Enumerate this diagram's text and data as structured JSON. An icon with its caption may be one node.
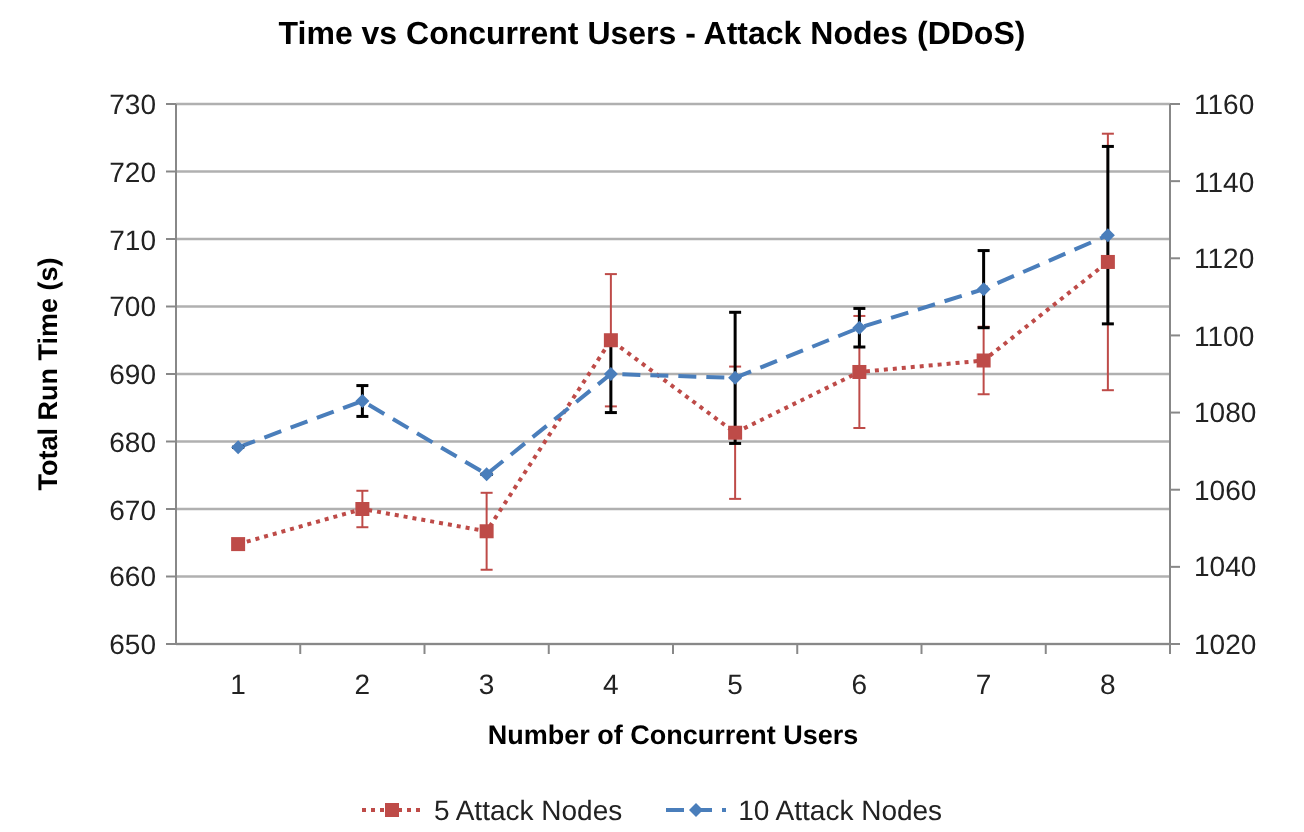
{
  "diagram": {
    "chart_data": {
      "type": "line",
      "title": "Time vs Concurrent Users - Attack Nodes (DDoS)",
      "xlabel": "Number of Concurrent Users",
      "ylabel": "Total Run Time (s)",
      "categories": [
        "1",
        "2",
        "3",
        "4",
        "5",
        "6",
        "7",
        "8"
      ],
      "series": [
        {
          "name": "5 Attack Nodes",
          "color": "#be4b48",
          "line_style": "dotted",
          "marker": "square",
          "values": [
            664.8,
            670,
            666.7,
            695,
            681.3,
            690.3,
            692,
            706.6
          ],
          "errors": [
            0,
            2.7,
            5.7,
            9.8,
            9.8,
            8.3,
            5,
            19
          ]
        },
        {
          "name": "10 Attack Nodes",
          "color": "#4a7ebb",
          "line_style": "dashed",
          "marker": "diamond",
          "axis": "y2",
          "values": [
            1071,
            1083,
            1064,
            1090,
            1089,
            1102,
            1112,
            1126
          ],
          "errors": [
            0,
            4,
            0,
            10,
            17,
            5,
            10,
            23
          ]
        }
      ],
      "ylim": [
        650,
        730
      ],
      "yticks": [
        650,
        660,
        670,
        680,
        690,
        700,
        710,
        720,
        730
      ],
      "y2lim": [
        1020,
        1160
      ],
      "y2ticks": [
        1020,
        1040,
        1060,
        1080,
        1100,
        1120,
        1140,
        1160
      ],
      "grid": "y",
      "legend": "bottom"
    }
  }
}
